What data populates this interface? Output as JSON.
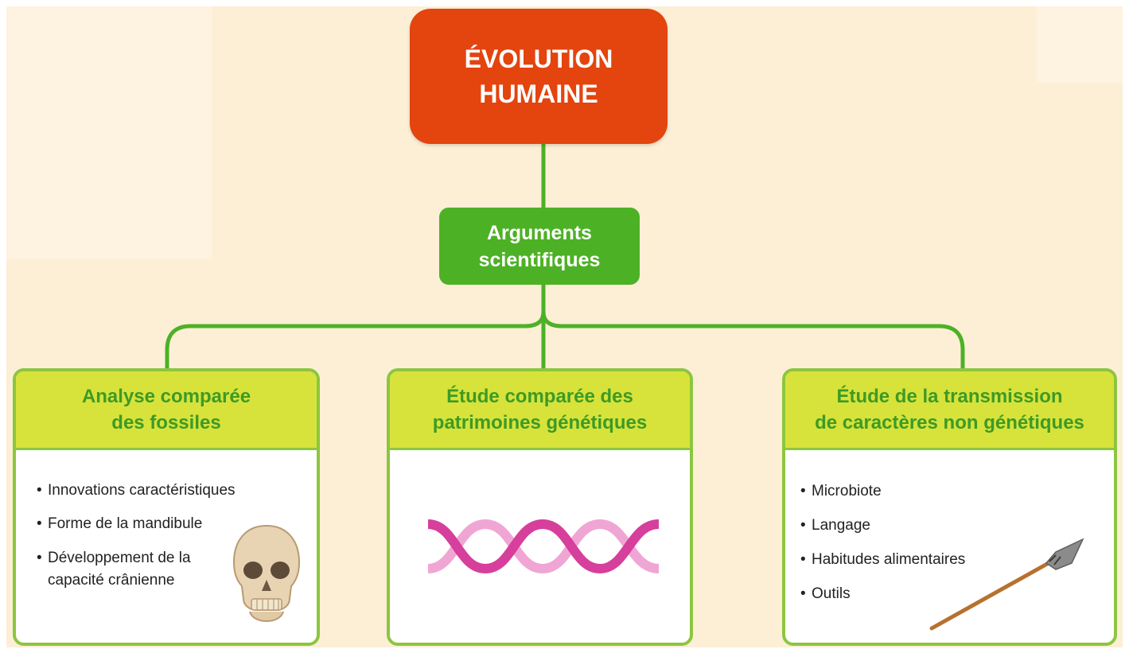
{
  "diagram": {
    "root": {
      "label": "ÉVOLUTION\nHUMAINE"
    },
    "middle": {
      "label": "Arguments\nscientifiques"
    },
    "branches": [
      {
        "title": "Analyse comparée\ndes fossiles",
        "items": [
          "Innovations caractéristiques",
          "Forme de la mandibule",
          "Développement de la capacité crânienne"
        ],
        "illustration": "skull-icon"
      },
      {
        "title": "Étude comparée des\npatrimoines génétiques",
        "items": [],
        "illustration": "dna-helix-icon"
      },
      {
        "title": "Étude de la transmission\nde caractères non génétiques",
        "items": [
          "Microbiote",
          "Langage",
          "Habitudes alimentaires",
          "Outils"
        ],
        "illustration": "spear-icon"
      }
    ],
    "colors": {
      "background": "#fcefd6",
      "root": "#e4440e",
      "middle": "#4db126",
      "connector": "#4db126",
      "card_border": "#8cc63f",
      "card_header": "#d7e33a",
      "card_title_text": "#3d9a26",
      "dna_dark": "#d63f9b",
      "dna_light": "#f0a6d4"
    }
  }
}
